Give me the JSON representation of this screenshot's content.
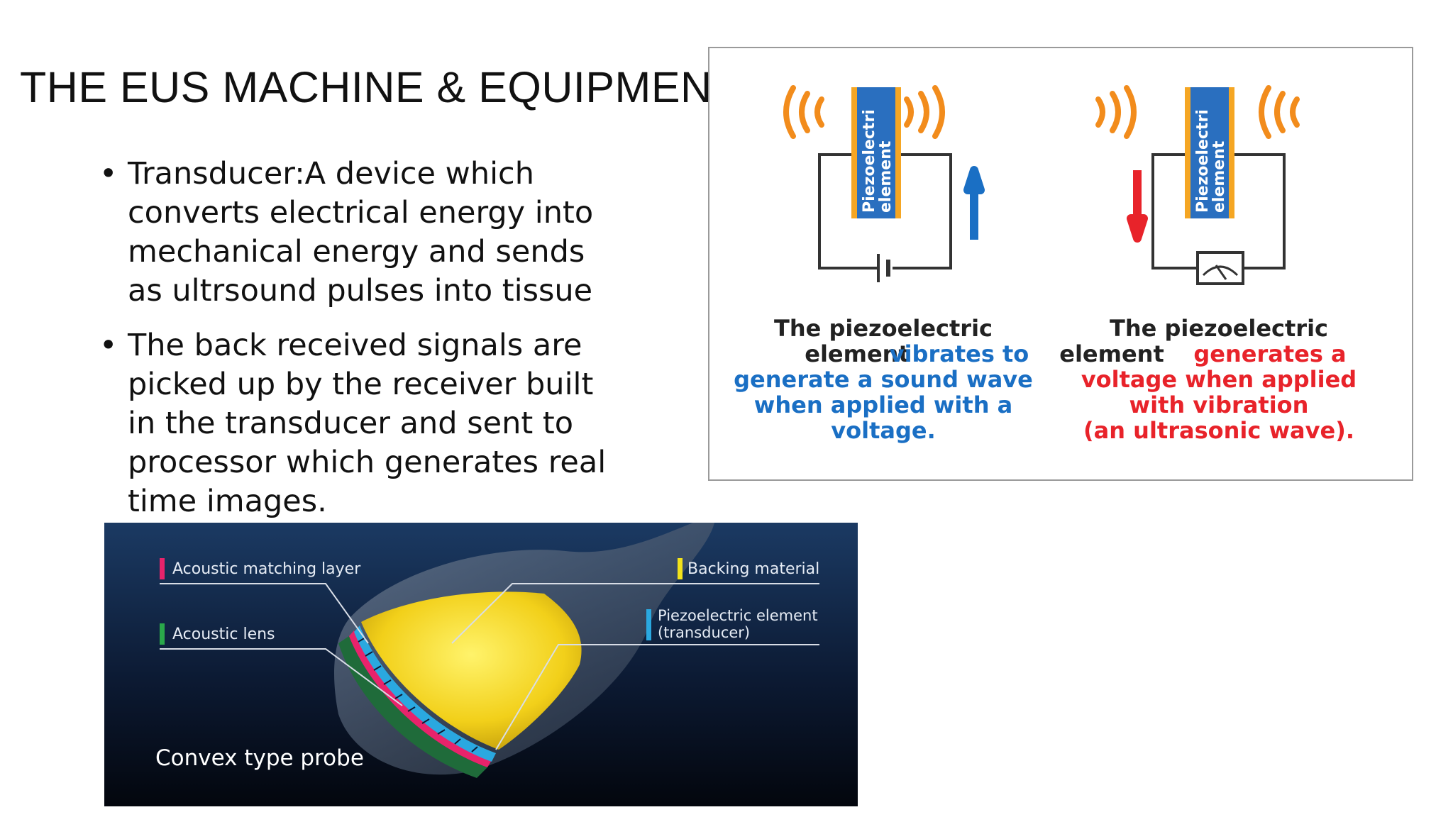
{
  "slide": {
    "title": "THE EUS MACHINE & EQUIPMENT",
    "bullets": [
      "Transducer:A device which converts electrical energy into mechanical energy and sends as ultrsound pulses into tissue",
      "The back received signals are picked up by the receiver built in the transducer and sent to processor which generates real time images."
    ],
    "bullet_symbol": "•"
  },
  "piezo_figure": {
    "element_label_line1": "Piezoelectri",
    "element_label_line2": "element",
    "left": {
      "caption_black": [
        "The piezoelectric",
        "element"
      ],
      "caption_colored_inline": "vibrates to",
      "caption_colored": [
        "generate a sound wave",
        "when applied with a",
        "voltage."
      ],
      "color": "#1a6fc4",
      "arrow": "up"
    },
    "right": {
      "caption_black": [
        "The piezoelectric",
        "element"
      ],
      "caption_colored_inline": "generates a",
      "caption_colored": [
        "voltage when applied",
        "with vibration",
        "(an ultrasonic wave)."
      ],
      "color": "#e8232a",
      "arrow": "down"
    },
    "wave_color": "#f28c1c",
    "element_color": "#2a6fbf",
    "electrode_color": "#f5a623"
  },
  "probe_figure": {
    "labels": {
      "acoustic_matching_layer": "Acoustic matching layer",
      "acoustic_lens": "Acoustic lens",
      "backing_material": "Backing material",
      "piezo_line1": "Piezoelectric element",
      "piezo_line2": "(transducer)",
      "caption": "Convex type probe"
    },
    "colors": {
      "matching": "#e8236b",
      "lens": "#2aa84a",
      "backing": "#f2e21a",
      "piezo": "#2aa8e0"
    }
  }
}
